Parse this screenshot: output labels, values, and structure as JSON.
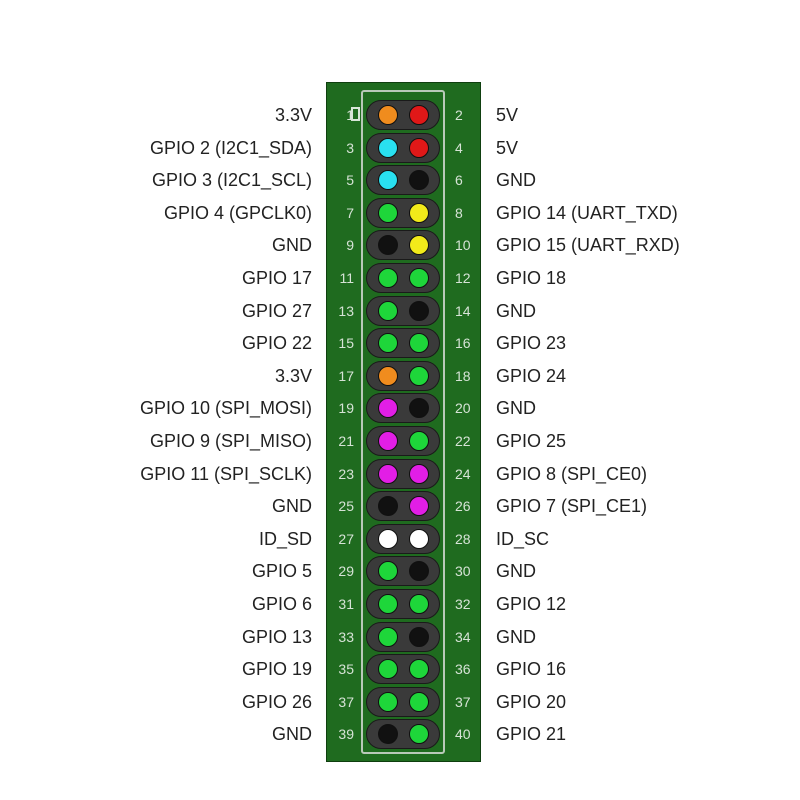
{
  "colors": {
    "orange": "#f08c1e",
    "red": "#e01818",
    "cyan": "#29e0f0",
    "black": "#111111",
    "green": "#1ed63a",
    "yellow": "#f2ea1a",
    "magenta": "#e21ee6",
    "white": "#ffffff",
    "board": "#1f6b1f"
  },
  "rows": [
    {
      "left_label": "3.3V",
      "left_num": "1",
      "left_color": "orange",
      "right_color": "red",
      "right_num": "2",
      "right_label": "5V"
    },
    {
      "left_label": "GPIO 2 (I2C1_SDA)",
      "left_num": "3",
      "left_color": "cyan",
      "right_color": "red",
      "right_num": "4",
      "right_label": "5V"
    },
    {
      "left_label": "GPIO 3 (I2C1_SCL)",
      "left_num": "5",
      "left_color": "cyan",
      "right_color": "black",
      "right_num": "6",
      "right_label": "GND"
    },
    {
      "left_label": "GPIO 4 (GPCLK0)",
      "left_num": "7",
      "left_color": "green",
      "right_color": "yellow",
      "right_num": "8",
      "right_label": "GPIO 14 (UART_TXD)"
    },
    {
      "left_label": "GND",
      "left_num": "9",
      "left_color": "black",
      "right_color": "yellow",
      "right_num": "10",
      "right_label": "GPIO 15 (UART_RXD)"
    },
    {
      "left_label": "GPIO 17",
      "left_num": "11",
      "left_color": "green",
      "right_color": "green",
      "right_num": "12",
      "right_label": "GPIO 18"
    },
    {
      "left_label": "GPIO 27",
      "left_num": "13",
      "left_color": "green",
      "right_color": "black",
      "right_num": "14",
      "right_label": "GND"
    },
    {
      "left_label": "GPIO 22",
      "left_num": "15",
      "left_color": "green",
      "right_color": "green",
      "right_num": "16",
      "right_label": "GPIO 23"
    },
    {
      "left_label": "3.3V",
      "left_num": "17",
      "left_color": "orange",
      "right_color": "green",
      "right_num": "18",
      "right_label": "GPIO 24"
    },
    {
      "left_label": "GPIO 10 (SPI_MOSI)",
      "left_num": "19",
      "left_color": "magenta",
      "right_color": "black",
      "right_num": "20",
      "right_label": "GND"
    },
    {
      "left_label": "GPIO 9 (SPI_MISO)",
      "left_num": "21",
      "left_color": "magenta",
      "right_color": "green",
      "right_num": "22",
      "right_label": "GPIO 25"
    },
    {
      "left_label": "GPIO 11 (SPI_SCLK)",
      "left_num": "23",
      "left_color": "magenta",
      "right_color": "magenta",
      "right_num": "24",
      "right_label": "GPIO 8 (SPI_CE0)"
    },
    {
      "left_label": "GND",
      "left_num": "25",
      "left_color": "black",
      "right_color": "magenta",
      "right_num": "26",
      "right_label": "GPIO 7 (SPI_CE1)"
    },
    {
      "left_label": "ID_SD",
      "left_num": "27",
      "left_color": "white",
      "right_color": "white",
      "right_num": "28",
      "right_label": "ID_SC"
    },
    {
      "left_label": "GPIO 5",
      "left_num": "29",
      "left_color": "green",
      "right_color": "black",
      "right_num": "30",
      "right_label": "GND"
    },
    {
      "left_label": "GPIO 6",
      "left_num": "31",
      "left_color": "green",
      "right_color": "green",
      "right_num": "32",
      "right_label": "GPIO 12"
    },
    {
      "left_label": "GPIO 13",
      "left_num": "33",
      "left_color": "green",
      "right_color": "black",
      "right_num": "34",
      "right_label": "GND"
    },
    {
      "left_label": "GPIO 19",
      "left_num": "35",
      "left_color": "green",
      "right_color": "green",
      "right_num": "36",
      "right_label": "GPIO 16"
    },
    {
      "left_label": "GPIO 26",
      "left_num": "37",
      "left_color": "green",
      "right_color": "green",
      "right_num": "37",
      "right_label": "GPIO 20"
    },
    {
      "left_label": "GND",
      "left_num": "39",
      "left_color": "black",
      "right_color": "green",
      "right_num": "40",
      "right_label": "GPIO 21"
    }
  ]
}
